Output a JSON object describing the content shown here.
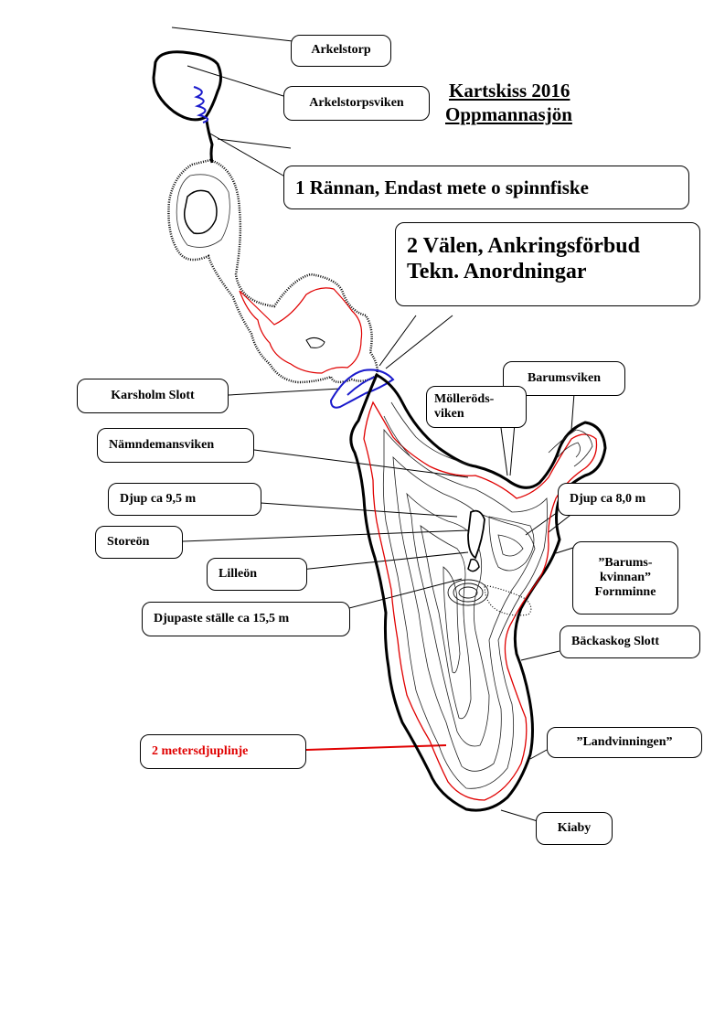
{
  "map": {
    "title_line1": "Kartskiss 2016",
    "title_line2": "Oppmannasjön",
    "colors": {
      "shoreline": "#000000",
      "depth_contour": "#222222",
      "two_meter_line": "#e00000",
      "restricted_zone": "#1a1acc"
    },
    "labels": {
      "arkelstorp": "Arkelstorp",
      "arkelstorpsviken": "Arkelstorpsviken",
      "rannan": "1 Rännan, Endast mete o spinnfiske",
      "valen_line1": "2 Välen, Ankringsförbud",
      "valen_line2": "Tekn. Anordningar",
      "barumsviken": "Barumsviken",
      "mollerods_line1": "Mölleröds-",
      "mollerods_line2": "viken",
      "karsholm": "Karsholm Slott",
      "namndemansviken": "Nämndemansviken",
      "djup_95": "Djup ca 9,5 m",
      "djup_80": "Djup ca 8,0 m",
      "storeon": "Storeön",
      "lilleon": "Lilleön",
      "barumskvinnan_line1": "”Barums-",
      "barumskvinnan_line2": "kvinnan”",
      "barumskvinnan_line3": "Fornminne",
      "djupaste": "Djupaste ställe ca 15,5 m",
      "backaskog": "Bäckaskog Slott",
      "tva_meter": "2 metersdjuplinje",
      "landvinningen": "”Landvinningen”",
      "kiaby": "Kiaby"
    }
  }
}
